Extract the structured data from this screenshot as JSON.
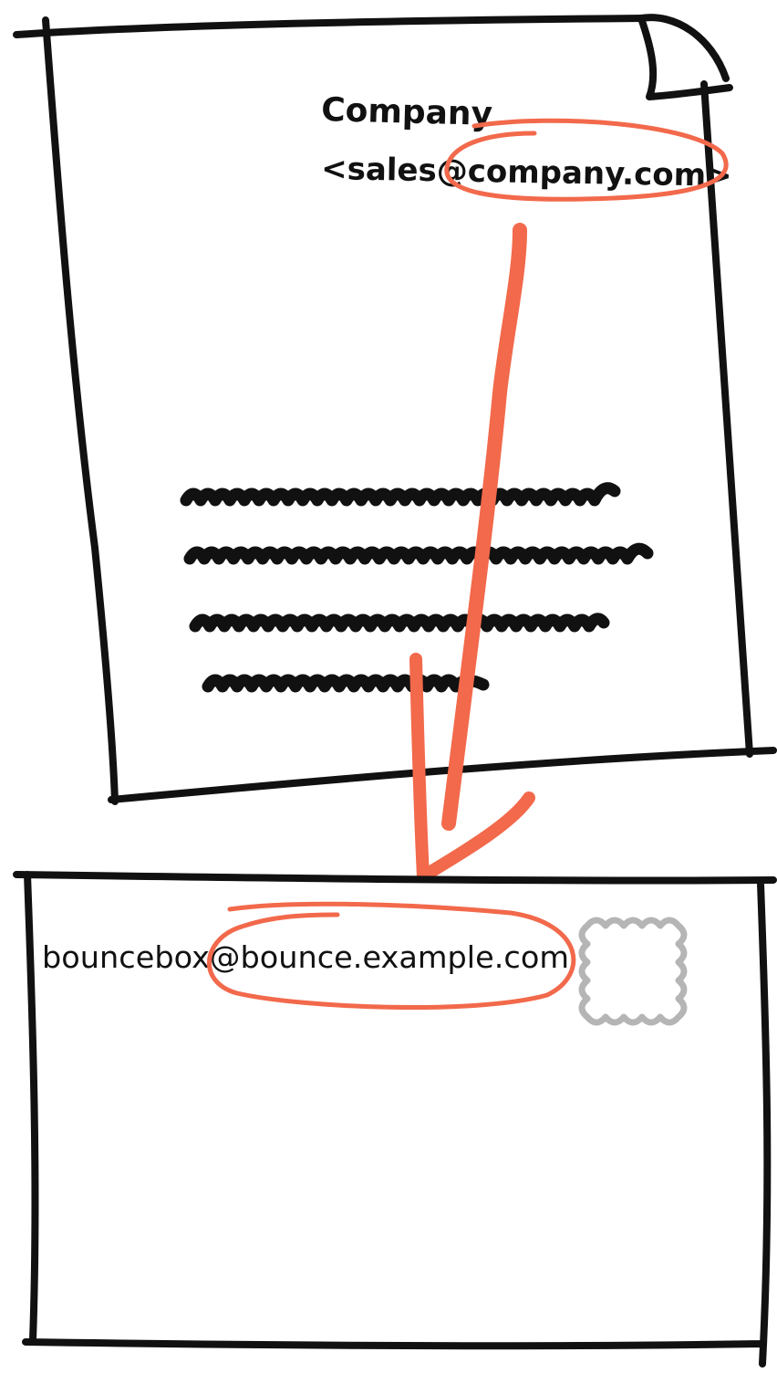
{
  "letter": {
    "sender_name": "Company",
    "sender_email": "<sales@company.com>"
  },
  "envelope": {
    "return_path": "bouncebox@bounce.example.com"
  },
  "colors": {
    "ink": "#111111",
    "highlight": "#f2694b",
    "stamp": "#b5b5b5"
  },
  "icons": {
    "scribble": "body-scribble-icon",
    "stamp": "stamp-icon",
    "arrow": "down-arrow-icon"
  }
}
